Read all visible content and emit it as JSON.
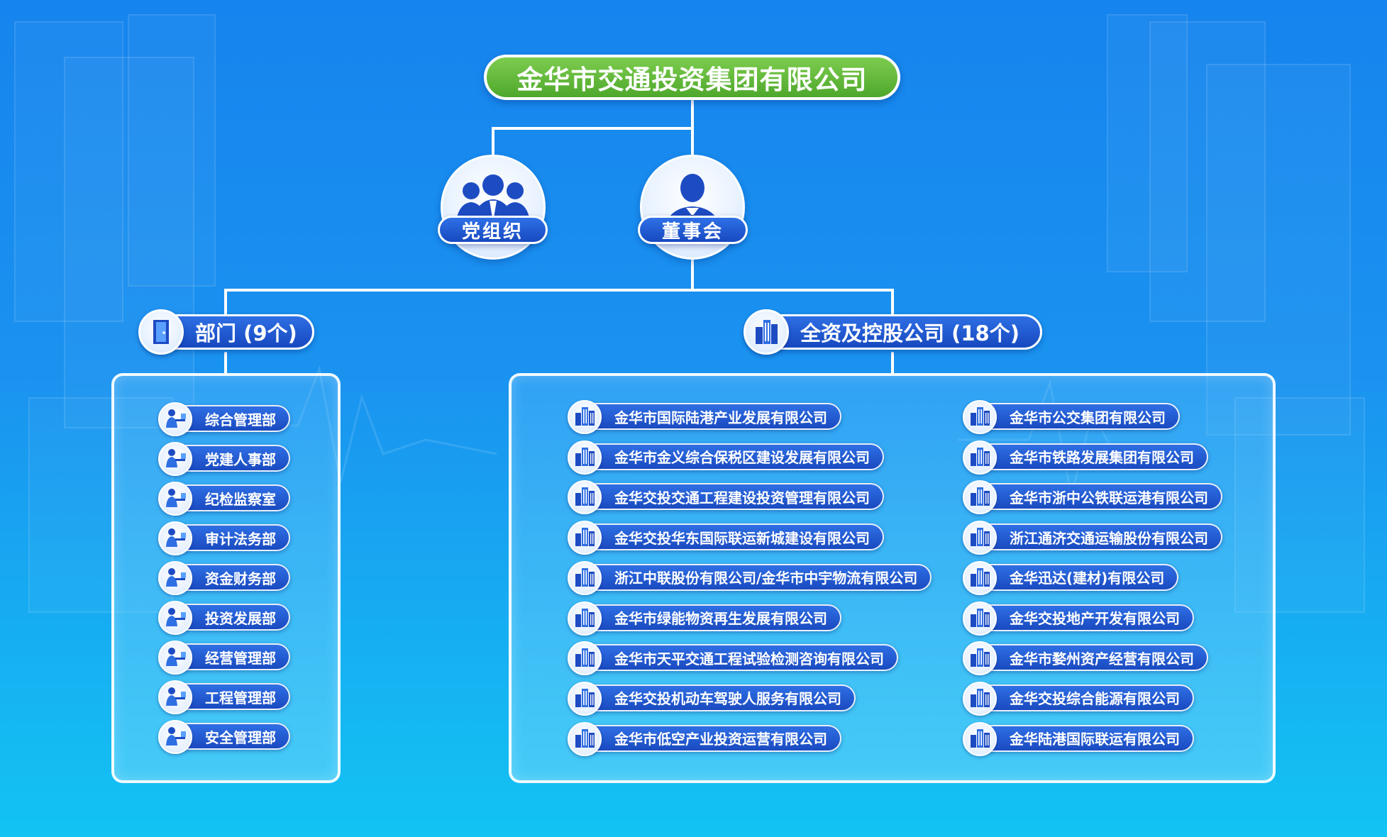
{
  "colors": {
    "background_top": "#1684ee",
    "background_bottom": "#12c3f3",
    "title_green": "#4ea82c",
    "pill_blue": "#1a4ac0",
    "connector": "#ffffff"
  },
  "title": "金华市交通投资集团有限公司",
  "nodes": {
    "party": {
      "label": "党组织",
      "icon": "group-people-icon"
    },
    "board": {
      "label": "董事会",
      "icon": "businessman-icon"
    }
  },
  "departments": {
    "heading": "部门 (9个)",
    "icon": "door-icon",
    "item_icon": "office-worker-icon",
    "items": [
      "综合管理部",
      "党建人事部",
      "纪检监察室",
      "审计法务部",
      "资金财务部",
      "投资发展部",
      "经营管理部",
      "工程管理部",
      "安全管理部"
    ]
  },
  "companies": {
    "heading": "全资及控股公司 (18个)",
    "icon": "buildings-icon",
    "item_icon": "building-icon",
    "left": [
      "金华市国际陆港产业发展有限公司",
      "金华市金义综合保税区建设发展有限公司",
      "金华交投交通工程建设投资管理有限公司",
      "金华交投华东国际联运新城建设有限公司",
      "浙江中联股份有限公司/金华市中宇物流有限公司",
      "金华市绿能物资再生发展有限公司",
      "金华市天平交通工程试验检测咨询有限公司",
      "金华交投机动车驾驶人服务有限公司",
      "金华市低空产业投资运营有限公司"
    ],
    "right": [
      "金华市公交集团有限公司",
      "金华市铁路发展集团有限公司",
      "金华市浙中公铁联运港有限公司",
      "浙江通济交通运输股份有限公司",
      "金华迅达(建材)有限公司",
      "金华交投地产开发有限公司",
      "金华市婺州资产经营有限公司",
      "金华交投综合能源有限公司",
      "金华陆港国际联运有限公司"
    ]
  }
}
